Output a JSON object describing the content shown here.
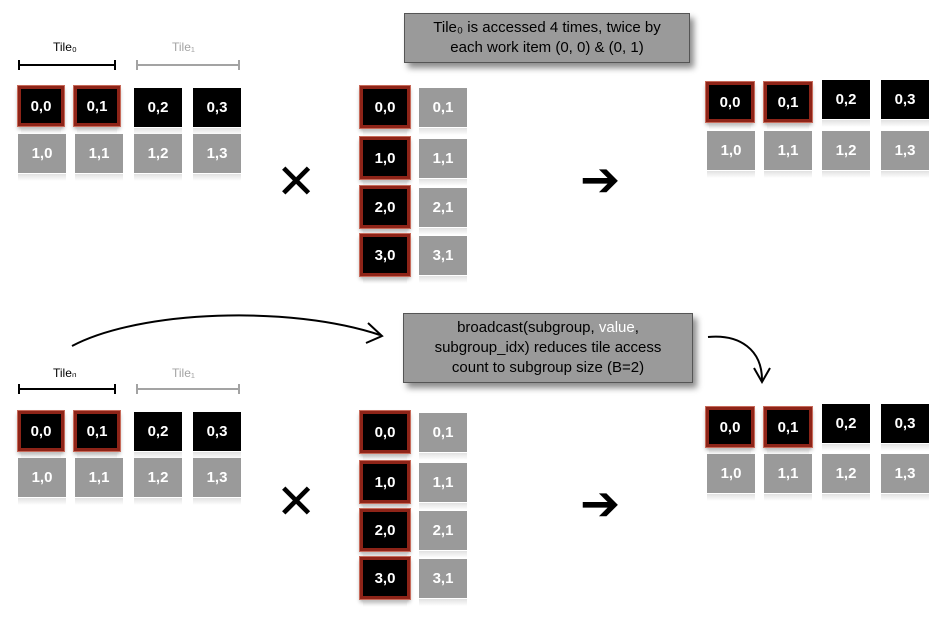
{
  "panel_top": {
    "tile0_label": "Tile₀",
    "tile1_label": "Tile₁",
    "matrix_a": [
      [
        "0,0",
        "0,1",
        "0,2",
        "0,3"
      ],
      [
        "1,0",
        "1,1",
        "1,2",
        "1,3"
      ]
    ],
    "matrix_b": [
      [
        "0,0",
        "0,1"
      ],
      [
        "1,0",
        "1,1"
      ],
      [
        "2,0",
        "2,1"
      ],
      [
        "3,0",
        "3,1"
      ]
    ],
    "matrix_c": [
      [
        "0,0",
        "0,1",
        "0,2",
        "0,3"
      ],
      [
        "1,0",
        "1,1",
        "1,2",
        "1,3"
      ]
    ],
    "callout_line1": "Tile₀ is accessed 4 times, twice by",
    "callout_line2": "each work item (0, 0) & (0, 1)"
  },
  "panel_bottom": {
    "tile0_label": "Tileₙ",
    "tile1_label": "Tile₁",
    "matrix_a": [
      [
        "0,0",
        "0,1",
        "0,2",
        "0,3"
      ],
      [
        "1,0",
        "1,1",
        "1,2",
        "1,3"
      ]
    ],
    "matrix_b": [
      [
        "0,0",
        "0,1"
      ],
      [
        "1,0",
        "1,1"
      ],
      [
        "2,0",
        "2,1"
      ],
      [
        "3,0",
        "3,1"
      ]
    ],
    "matrix_c": [
      [
        "0,0",
        "0,1",
        "0,2",
        "0,3"
      ],
      [
        "1,0",
        "1,1",
        "1,2",
        "1,3"
      ]
    ],
    "callout_pre": "broadcast(subgroup, ",
    "callout_highlight": "value",
    "callout_post": ",",
    "callout_line2": "subgroup_idx) reduces tile access",
    "callout_line3": "count to subgroup size (B=2)"
  },
  "symbols": {
    "multiply": "✕",
    "arrow": "➔"
  },
  "colors": {
    "highlight_border": "#8e2418",
    "black_cell": "#000000",
    "gray_cell": "#9a9a9a",
    "callout_bg": "#9a9a9a",
    "light_label": "#a3a3a3"
  }
}
